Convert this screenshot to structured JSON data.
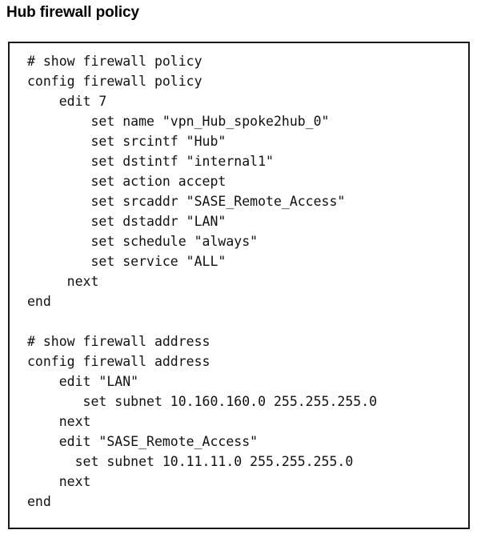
{
  "page": {
    "title": "Hub firewall policy"
  },
  "code_block": {
    "language": "fortios-cli",
    "lines": [
      "# show firewall policy",
      "config firewall policy",
      "    edit 7",
      "        set name \"vpn_Hub_spoke2hub_0\"",
      "        set srcintf \"Hub\"",
      "        set dstintf \"internal1\"",
      "        set action accept",
      "        set srcaddr \"SASE_Remote_Access\"",
      "        set dstaddr \"LAN\"",
      "        set schedule \"always\"",
      "        set service \"ALL\"",
      "     next",
      "end",
      "",
      "# show firewall address",
      "config firewall address",
      "    edit \"LAN\"",
      "       set subnet 10.160.160.0 255.255.255.0",
      "    next",
      "    edit \"SASE_Remote_Access\"",
      "      set subnet 10.11.11.0 255.255.255.0",
      "    next",
      "end"
    ]
  },
  "colors": {
    "background": "#ffffff",
    "text": "#000000",
    "code_text": "#111111",
    "border": "#1a1a1a"
  }
}
